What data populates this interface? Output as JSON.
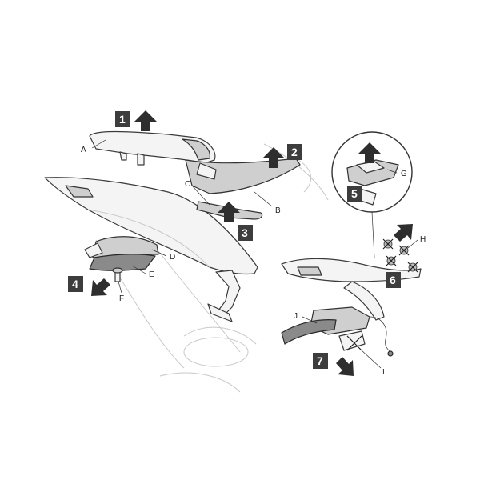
{
  "steps": {
    "s1": "1",
    "s2": "2",
    "s3": "3",
    "s4": "4",
    "s5": "5",
    "s6": "6",
    "s7": "7"
  },
  "labels": {
    "a": "A",
    "b": "B",
    "c": "C",
    "d": "D",
    "e": "E",
    "f": "F",
    "g": "G",
    "h": "H",
    "i": "I",
    "j": "J"
  },
  "colors": {
    "step_box": "#3d3d3d",
    "arrow": "#2e2e2e",
    "outline": "#3a3a3a"
  }
}
